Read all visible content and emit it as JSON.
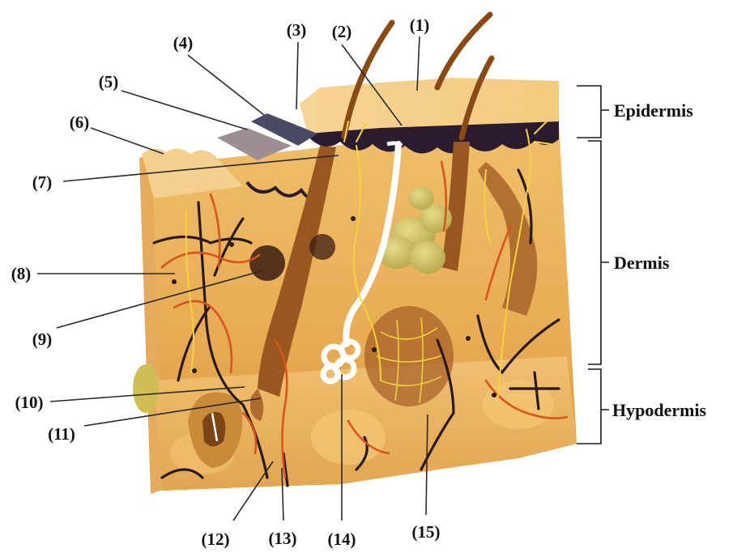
{
  "labels": {
    "n1": "(1)",
    "n2": "(2)",
    "n3": "(3)",
    "n4": "(4)",
    "n5": "(5)",
    "n6": "(6)",
    "n7": "(7)",
    "n8": "(8)",
    "n9": "(9)",
    "n10": "(10)",
    "n11": "(11)",
    "n12": "(12)",
    "n13": "(13)",
    "n14": "(14)",
    "n15": "(15)"
  },
  "layers": {
    "epidermis": "Epidermis",
    "dermis": "Dermis",
    "hypodermis": "Hypodermis"
  },
  "colors": {
    "dermis": "#e9b45f",
    "epidermis": "#f3cd86",
    "basal": "#2a1c2e",
    "hair": "#8a4a14",
    "artery": "#d8551b",
    "vein": "#2a1a12",
    "nerve": "#f4d33c",
    "gland": "#cfc26a",
    "sweat_duct": "#ffffff"
  }
}
